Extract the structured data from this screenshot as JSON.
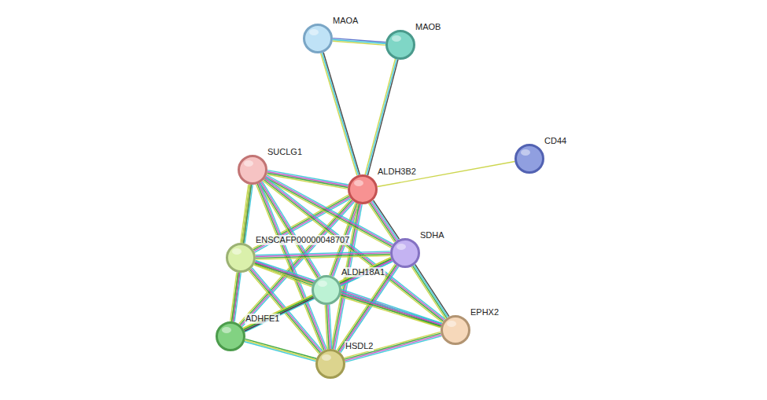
{
  "diagram": {
    "nodes": [
      {
        "text": [
          "MAOA"
        ]
      },
      {
        "text": [
          "MAOB"
        ]
      },
      {
        "text": [
          "SUCLG1"
        ]
      },
      {
        "text": [
          "ALDH3B2"
        ]
      },
      {
        "text": [
          "CD44"
        ]
      },
      {
        "text": [
          "ENSCAFP00000048707"
        ]
      },
      {
        "text": [
          "SDHA"
        ]
      },
      {
        "text": [
          "ALDH18A1"
        ]
      },
      {
        "text": [
          "EPHX2"
        ]
      },
      {
        "text": [
          "ADHFE1"
        ]
      },
      {
        "text": [
          "HSDL2"
        ]
      }
    ],
    "edges": [
      {
        "from": 0,
        "to": 1,
        "arrow": "none"
      },
      {
        "from": 0,
        "to": 3,
        "arrow": "none"
      },
      {
        "from": 1,
        "to": 3,
        "arrow": "none"
      },
      {
        "from": 3,
        "to": 4,
        "arrow": "none"
      },
      {
        "from": 2,
        "to": 3,
        "arrow": "none"
      },
      {
        "from": 3,
        "to": 6,
        "arrow": "none"
      },
      {
        "from": 3,
        "to": 5,
        "arrow": "none"
      },
      {
        "from": 3,
        "to": 7,
        "arrow": "none"
      },
      {
        "from": 3,
        "to": 9,
        "arrow": "none"
      },
      {
        "from": 3,
        "to": 10,
        "arrow": "none"
      },
      {
        "from": 2,
        "to": 5,
        "arrow": "none"
      },
      {
        "from": 2,
        "to": 6,
        "arrow": "none"
      },
      {
        "from": 2,
        "to": 7,
        "arrow": "none"
      },
      {
        "from": 2,
        "to": 10,
        "arrow": "none"
      },
      {
        "from": 2,
        "to": 8,
        "arrow": "none"
      },
      {
        "from": 2,
        "to": 9,
        "arrow": "none"
      },
      {
        "from": 5,
        "to": 6,
        "arrow": "none"
      },
      {
        "from": 5,
        "to": 7,
        "arrow": "none"
      },
      {
        "from": 5,
        "to": 8,
        "arrow": "none"
      },
      {
        "from": 5,
        "to": 10,
        "arrow": "none"
      },
      {
        "from": 5,
        "to": 9,
        "arrow": "none"
      },
      {
        "from": 6,
        "to": 7,
        "arrow": "none"
      },
      {
        "from": 6,
        "to": 8,
        "arrow": "none"
      },
      {
        "from": 6,
        "to": 10,
        "arrow": "none"
      },
      {
        "from": 6,
        "to": 9,
        "arrow": "none"
      },
      {
        "from": 7,
        "to": 9,
        "arrow": "none"
      },
      {
        "from": 7,
        "to": 10,
        "arrow": "none"
      },
      {
        "from": 7,
        "to": 8,
        "arrow": "none"
      },
      {
        "from": 9,
        "to": 10,
        "arrow": "none"
      },
      {
        "from": 8,
        "to": 10,
        "arrow": "none"
      }
    ]
  }
}
